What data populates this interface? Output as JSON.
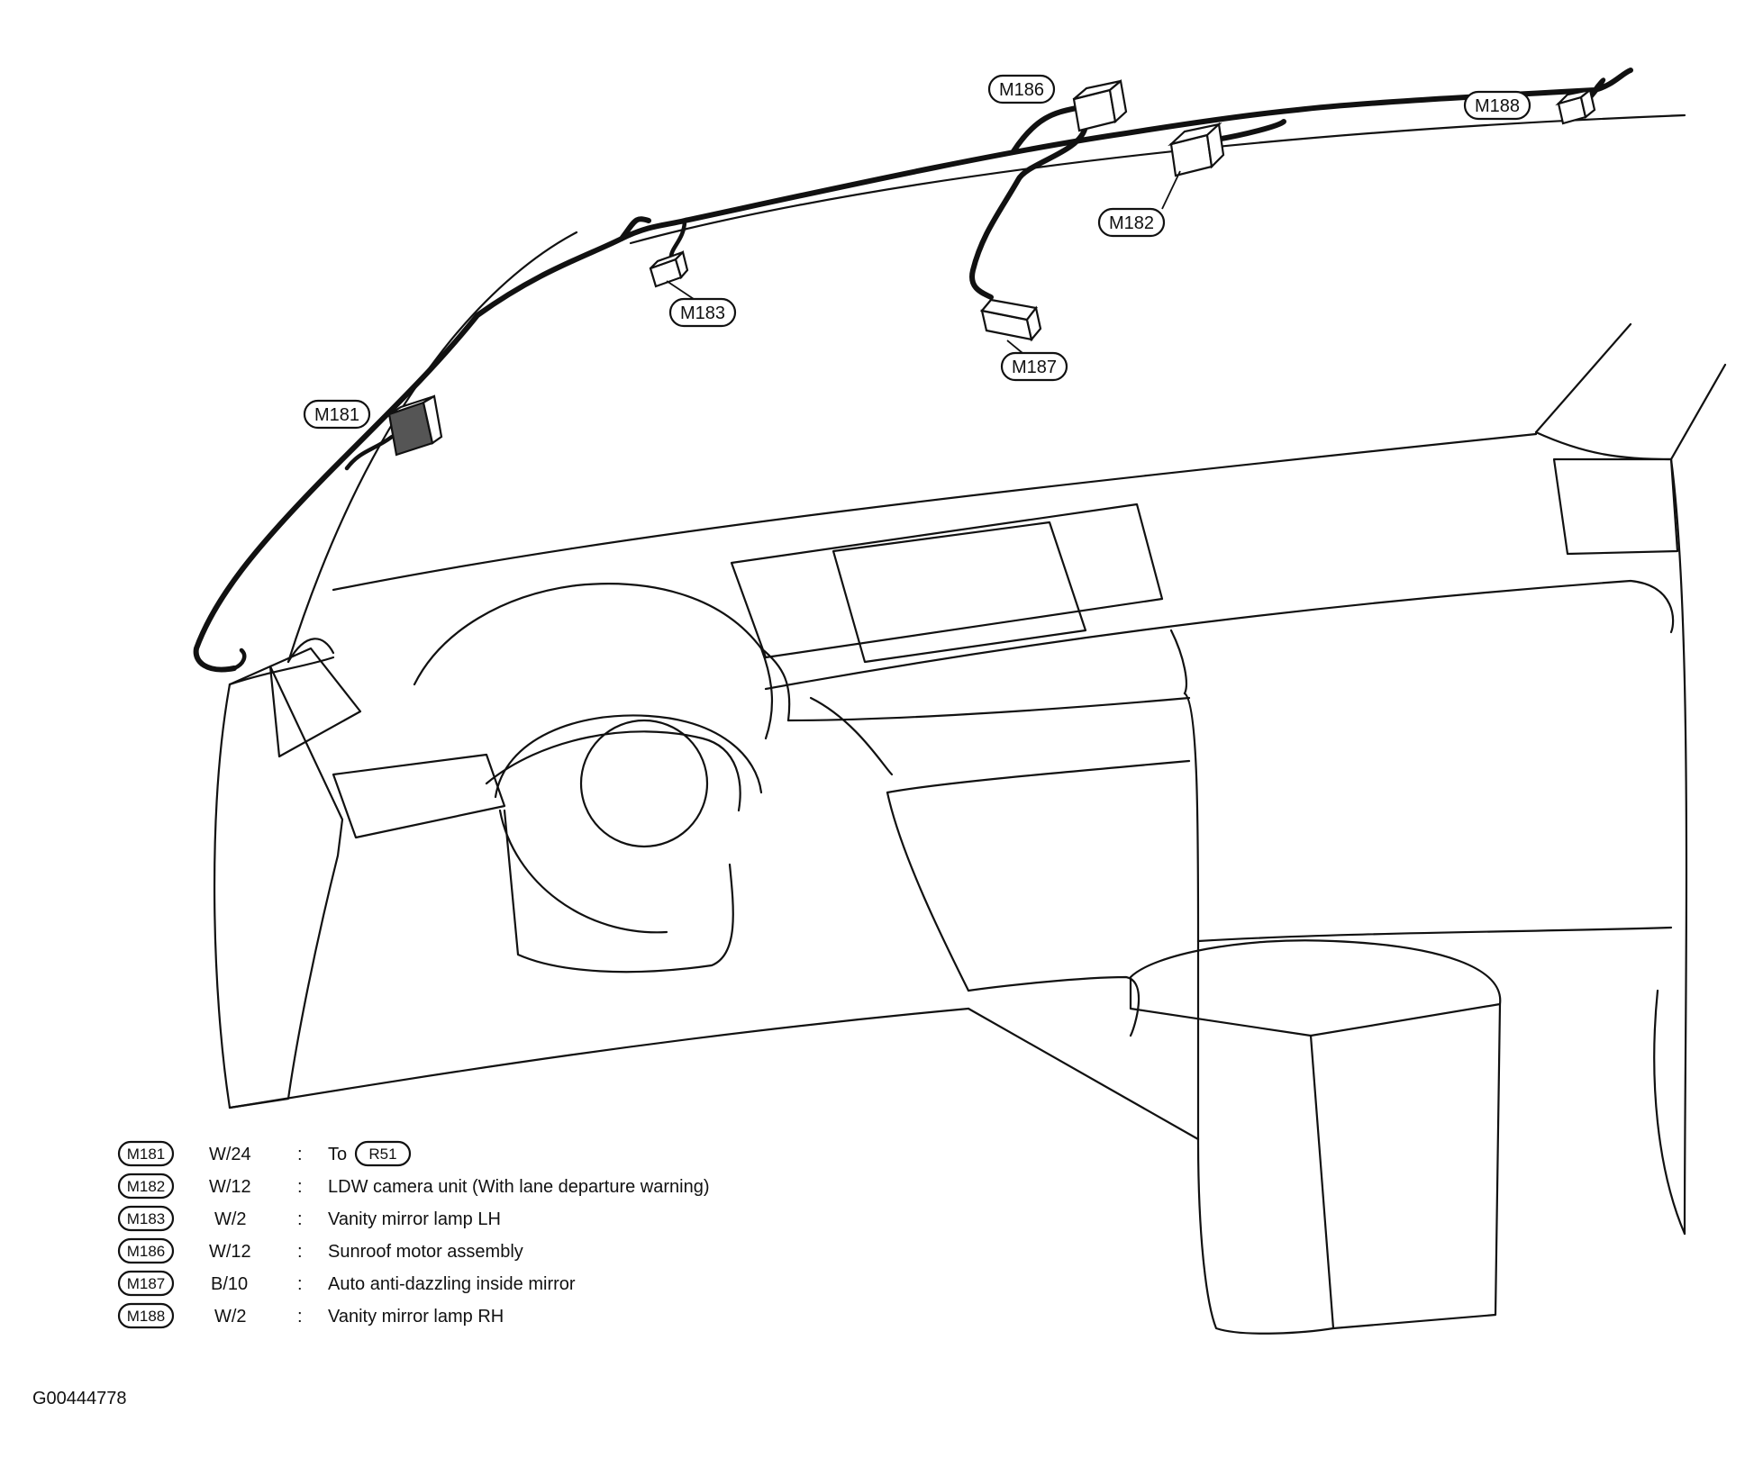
{
  "connectors": {
    "m186": "M186",
    "m188": "M188",
    "m182": "M182",
    "m183": "M183",
    "m187": "M187",
    "m181": "M181"
  },
  "legend": [
    {
      "id": "M181",
      "color_pins": "W/24",
      "sep": ":",
      "desc_prefix": "To",
      "ref": "R51",
      "desc": ""
    },
    {
      "id": "M182",
      "color_pins": "W/12",
      "sep": ":",
      "desc": "LDW camera unit (With lane departure warning)"
    },
    {
      "id": "M183",
      "color_pins": "W/2",
      "sep": ":",
      "desc": "Vanity mirror lamp LH"
    },
    {
      "id": "M186",
      "color_pins": "W/12",
      "sep": ":",
      "desc": "Sunroof motor assembly"
    },
    {
      "id": "M187",
      "color_pins": "B/10",
      "sep": ":",
      "desc": "Auto anti-dazzling inside mirror"
    },
    {
      "id": "M188",
      "color_pins": "W/2",
      "sep": ":",
      "desc": "Vanity mirror lamp RH"
    }
  ],
  "figure_id": "G00444778"
}
